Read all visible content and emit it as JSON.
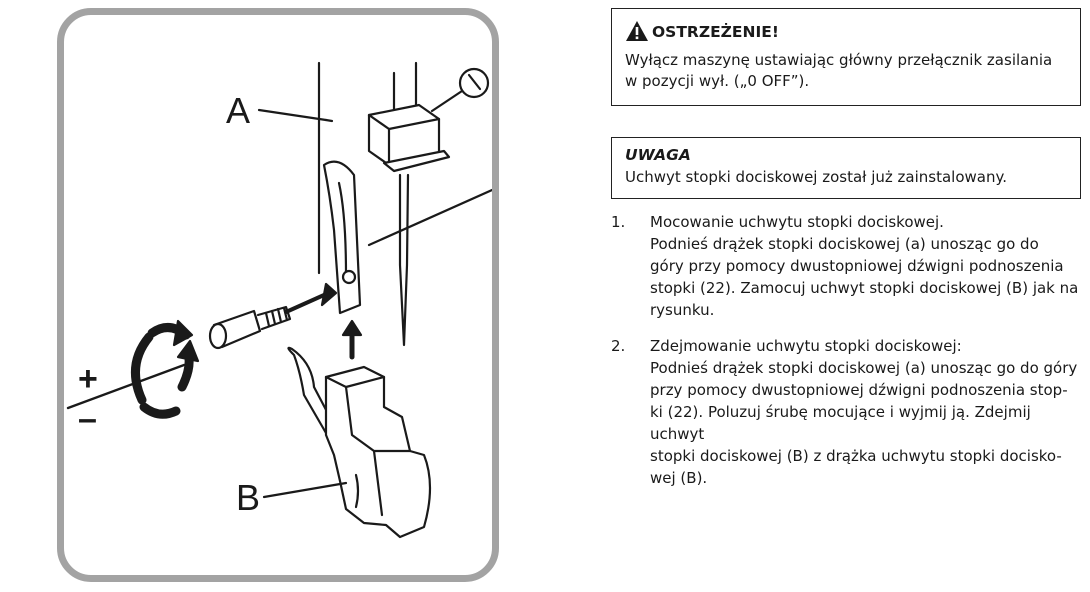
{
  "figure": {
    "callout_a": "A",
    "callout_b": "B",
    "plus_sign": "+",
    "minus_sign": "–"
  },
  "warning": {
    "icon": "warning-triangle-icon",
    "title": "OSTRZEŻENIE!",
    "text_line1": "Wyłącz maszynę ustawiając główny przełącznik zasilania",
    "text_line2": "w pozycji wył. („0 OFF”)."
  },
  "note": {
    "title": "UWAGA",
    "text": "Uchwyt stopki dociskowej został już zainstalowany."
  },
  "steps": [
    {
      "number": "1.",
      "lines": [
        "Mocowanie uchwytu stopki dociskowej.",
        "Podnieś drążek stopki dociskowej (a) unosząc go do",
        "góry przy pomocy dwustopniowej dźwigni podnoszenia",
        "stopki (22). Zamocuj uchwyt stopki dociskowej (B) jak na",
        "rysunku."
      ]
    },
    {
      "number": "2.",
      "lines": [
        "Zdejmowanie uchwytu stopki dociskowej:",
        "Podnieś drążek stopki dociskowej (a) unosząc go do góry",
        "przy pomocy dwustopniowej dźwigni podnoszenia stop-",
        "ki (22). Poluzuj śrubę mocujące i wyjmij ją. Zdejmij uchwyt",
        "stopki dociskowej (B) z drążka uchwytu stopki docisko-",
        "wej (B)."
      ]
    }
  ]
}
